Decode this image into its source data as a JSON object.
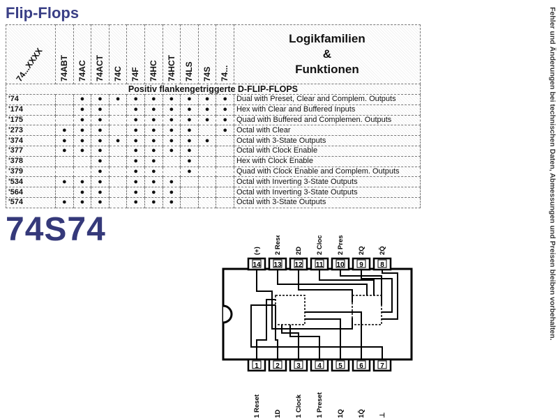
{
  "page": {
    "title": "Flip-Flops",
    "side_note": "Fehler und Änderungen bei technischen Daten, Abmessungen und Preisen bleiben vorbehalten.",
    "chip_heading": "74S74"
  },
  "table": {
    "code_header": "74...XXXX",
    "families": [
      "74ABT",
      "74AC",
      "74ACT",
      "74C",
      "74F",
      "74HC",
      "74HCT",
      "74LS",
      "74S",
      "74..."
    ],
    "function_header_lines": [
      "Logikfamilien",
      "&",
      "Funktionen"
    ],
    "section_title": "Positiv flankengetriggerte D-FLIP-FLOPS",
    "mark_symbol": "●",
    "rows": [
      {
        "code": "'74",
        "marks": [
          0,
          1,
          1,
          1,
          1,
          1,
          1,
          1,
          1,
          1
        ],
        "function": "Dual with Preset, Clear and Complem. Outputs"
      },
      {
        "code": "'174",
        "marks": [
          0,
          1,
          1,
          0,
          1,
          1,
          1,
          1,
          1,
          1
        ],
        "function": "Hex with Clear and Buffered Inputs"
      },
      {
        "code": "'175",
        "marks": [
          0,
          1,
          1,
          0,
          1,
          1,
          1,
          1,
          1,
          1
        ],
        "function": "Quad with Buffered and Complemen. Outputs"
      },
      {
        "code": "'273",
        "marks": [
          1,
          1,
          1,
          0,
          1,
          1,
          1,
          1,
          0,
          1
        ],
        "function": "Octal with Clear"
      },
      {
        "code": "'374",
        "marks": [
          1,
          1,
          1,
          1,
          1,
          1,
          1,
          1,
          1,
          0
        ],
        "function": "Octal with 3-State Outputs"
      },
      {
        "code": "'377",
        "marks": [
          1,
          1,
          1,
          0,
          1,
          1,
          1,
          1,
          0,
          0
        ],
        "function": "Octal with Clock Enable"
      },
      {
        "code": "'378",
        "marks": [
          0,
          0,
          1,
          0,
          1,
          1,
          0,
          1,
          0,
          0
        ],
        "function": "Hex with Clock Enable"
      },
      {
        "code": "'379",
        "marks": [
          0,
          0,
          1,
          0,
          1,
          1,
          0,
          1,
          0,
          0
        ],
        "function": "Quad with Clock Enable and Complem. Outputs"
      },
      {
        "code": "'534",
        "marks": [
          1,
          1,
          1,
          0,
          1,
          1,
          1,
          0,
          0,
          0
        ],
        "function": "Octal with Inverting 3-State Outputs"
      },
      {
        "code": "'564",
        "marks": [
          0,
          1,
          1,
          0,
          1,
          1,
          1,
          0,
          0,
          0
        ],
        "function": "Octal with Inverting 3-State Outputs"
      },
      {
        "code": "'574",
        "marks": [
          1,
          1,
          1,
          0,
          1,
          1,
          1,
          0,
          0,
          0
        ],
        "function": "Octal with 3-State Outputs"
      }
    ]
  },
  "pinout": {
    "top_pins": [
      {
        "number": "14",
        "label": "(+)"
      },
      {
        "number": "13",
        "label": "2 Reset"
      },
      {
        "number": "12",
        "label": "2D"
      },
      {
        "number": "11",
        "label": "2 Clock"
      },
      {
        "number": "10",
        "label": "2 Preset"
      },
      {
        "number": "9",
        "label": "2Q"
      },
      {
        "number": "8",
        "label": "2Q̄"
      }
    ],
    "bottom_pins": [
      {
        "number": "1",
        "label": "1 Reset"
      },
      {
        "number": "2",
        "label": "1D"
      },
      {
        "number": "3",
        "label": "1 Clock"
      },
      {
        "number": "4",
        "label": "1 Preset"
      },
      {
        "number": "5",
        "label": "1Q"
      },
      {
        "number": "6",
        "label": "1Q̄"
      },
      {
        "number": "7",
        "label": "⊥"
      }
    ]
  }
}
